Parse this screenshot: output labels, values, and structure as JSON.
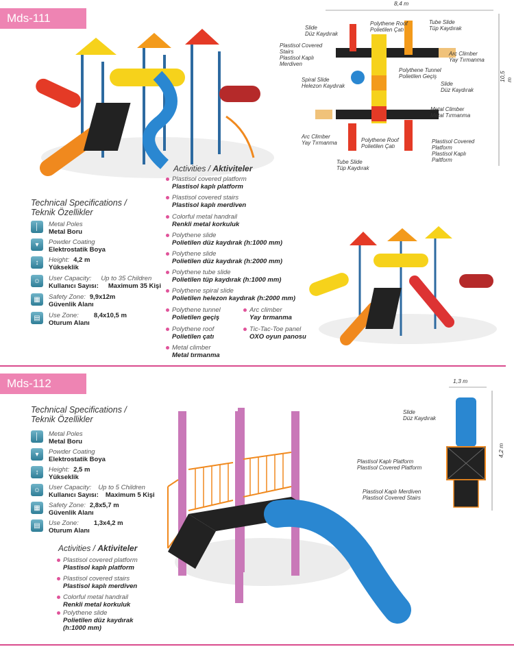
{
  "products": [
    {
      "code": "Mds-111",
      "spec_title": [
        "Technical Specifications /",
        "Teknik Özellikler"
      ],
      "specs": [
        {
          "icon": "pole-icon",
          "en": "Metal Poles",
          "tr": "Metal Boru",
          "value_en": "",
          "value_tr": ""
        },
        {
          "icon": "coating-icon",
          "en": "Powder Coating",
          "tr": "Elektrostatik Boya",
          "value_en": "",
          "value_tr": ""
        },
        {
          "icon": "height-icon",
          "en": "Height:",
          "tr": "Yükseklik",
          "value_en": "4,2 m",
          "value_tr": ""
        },
        {
          "icon": "users-icon",
          "en": "User Capacity:",
          "tr": "Kullanıcı Sayısı:",
          "value_en": "Up to 35 Children",
          "value_tr": "Maximum 35 Kişi"
        },
        {
          "icon": "safety-zone-icon",
          "en": "Safety Zone:",
          "tr": "Güvenlik Alanı",
          "value_en": "9,9x12m",
          "value_tr": ""
        },
        {
          "icon": "use-zone-icon",
          "en": "Use Zone:",
          "tr": "Oturum Alanı",
          "value_en": "8,4x10,5 m",
          "value_tr": ""
        }
      ],
      "activities_title": {
        "en": "Activities /",
        "tr": "Aktiviteler"
      },
      "activities": [
        {
          "en": "Plastisol covered platform",
          "tr": "Plastisol kaplı platform"
        },
        {
          "en": "Plastisol covered stairs",
          "tr": "Plastisol kaplı merdiven"
        },
        {
          "en": "Colorful metal handrail",
          "tr": "Renkli metal korkuluk"
        },
        {
          "en": "Polythene slide",
          "tr": "Polietilen düz kaydırak (h:1000 mm)"
        },
        {
          "en": "Polythene slide",
          "tr": "Polietilen düz kaydırak (h:2000 mm)"
        },
        {
          "en": "Polythene tube slide",
          "tr": "Polietilen tüp kaydırak (h:1000 mm)"
        },
        {
          "en": "Polythene spiral slide",
          "tr": "Polietilen helezon kaydırak (h:2000 mm)"
        },
        {
          "en": "Polythene tunnel",
          "tr": "Polietilen geçiş"
        },
        {
          "en": "Polythene roof",
          "tr": "Polietilen çatı"
        },
        {
          "en": "Metal climber",
          "tr": "Metal tırmanma"
        },
        {
          "en": "Arc climber",
          "tr": "Yay tırmanma"
        },
        {
          "en": "Tic-Tac-Toe panel",
          "tr": "OXO oyun panosu"
        }
      ],
      "plan": {
        "width_dim": "8,4 m",
        "depth_dim": "10,5 m",
        "labels": [
          [
            "Slide",
            "Düz Kaydırak"
          ],
          [
            "Polythene Roof",
            "Polietilen Çatı"
          ],
          [
            "Tube Slide",
            "Tüp Kaydırak"
          ],
          [
            "Plastisol Covered",
            "Stairs",
            "Plastisol Kaplı",
            "Merdiven"
          ],
          [
            "Arc Climber",
            "Yay Tırmanma"
          ],
          [
            "Polythene Tunnel",
            "Polietilen Geçiş"
          ],
          [
            "Spiral Slide",
            "Helezon Kaydırak"
          ],
          [
            "Slide",
            "Düz Kaydırak"
          ],
          [
            "Metal Climber",
            "Metal Tırmanma"
          ],
          [
            "Arc Climber",
            "Yay Tırmanma"
          ],
          [
            "Polythene Roof",
            "Polietilen Çatı"
          ],
          [
            "Plastisol Covered",
            "Platform",
            "Plastisol Kaplı",
            "Paltform"
          ],
          [
            "Tube Slide",
            "Tüp Kaydırak"
          ]
        ]
      }
    },
    {
      "code": "Mds-112",
      "spec_title": [
        "Technical Specifications /",
        "Teknik Özellikler"
      ],
      "specs": [
        {
          "icon": "pole-icon",
          "en": "Metal Poles",
          "tr": "Metal Boru",
          "value_en": "",
          "value_tr": ""
        },
        {
          "icon": "coating-icon",
          "en": "Powder Coating",
          "tr": "Elektrostatik Boya",
          "value_en": "",
          "value_tr": ""
        },
        {
          "icon": "height-icon",
          "en": "Height:",
          "tr": "Yükseklik",
          "value_en": "2,5 m",
          "value_tr": ""
        },
        {
          "icon": "users-icon",
          "en": "User Capacity:",
          "tr": "Kullanıcı Sayısı:",
          "value_en": "Up to 5 Children",
          "value_tr": "Maximum 5 Kişi"
        },
        {
          "icon": "safety-zone-icon",
          "en": "Safety Zone:",
          "tr": "Güvenlik Alanı",
          "value_en": "2,8x5,7 m",
          "value_tr": ""
        },
        {
          "icon": "use-zone-icon",
          "en": "Use Zone:",
          "tr": "Oturum Alanı",
          "value_en": "1,3x4,2 m",
          "value_tr": ""
        }
      ],
      "activities_title": {
        "en": "Activities /",
        "tr": "Aktiviteler"
      },
      "activities": [
        {
          "en": "Plastisol covered platform",
          "tr": "Plastisol kaplı platform"
        },
        {
          "en": "Plastisol covered stairs",
          "tr": "Plastisol kaplı merdiven"
        },
        {
          "en": "Colorful metal handrail",
          "tr": "Renkli metal korkuluk"
        },
        {
          "en": "Polythene slide",
          "tr": "Polietilen düz kaydırak (h:1000 mm)"
        }
      ],
      "plan": {
        "width_dim": "1,3 m",
        "depth_dim": "4,2 m",
        "labels": [
          [
            "Slide",
            "Düz Kaydırak"
          ],
          [
            "Plastisol Kaplı Platform",
            "Plastisol Covered Platform"
          ],
          [
            "Plastisol Kaplı Merdiven",
            "Plastisol Covered Stairs"
          ]
        ]
      }
    }
  ],
  "colors": {
    "tag": "#ee84b3",
    "rule": "#d94b8d",
    "bullet": "#e0539a",
    "icon": "#2f7e97"
  }
}
